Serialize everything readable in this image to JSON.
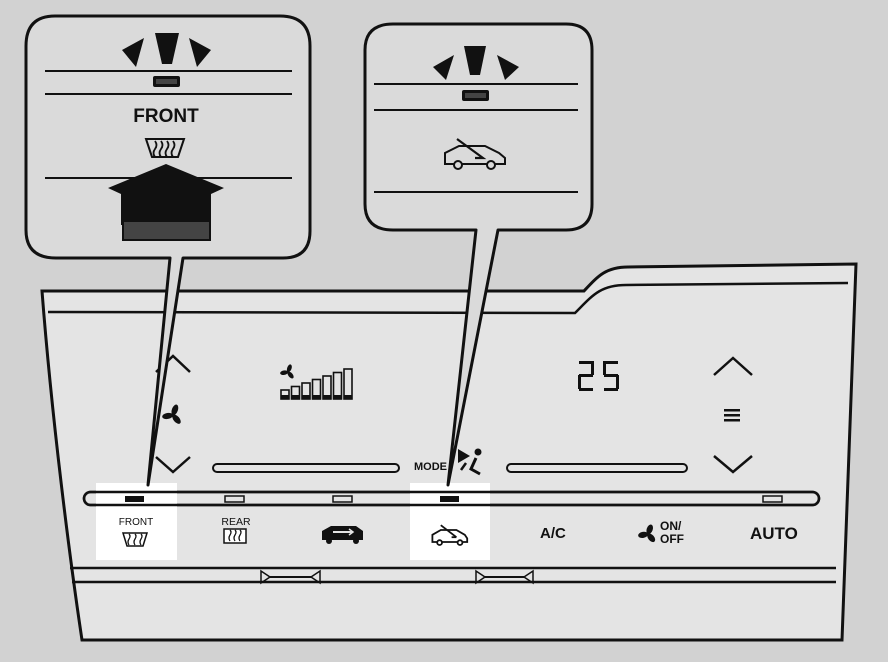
{
  "callouts": {
    "front": {
      "label": "FRONT"
    }
  },
  "panel": {
    "temperature": "25",
    "mode_label": "MODE",
    "buttons": {
      "front_label": "FRONT",
      "rear_label": "REAR",
      "ac_label": "A/C",
      "onoff_line1": "ON/",
      "onoff_line2": "OFF",
      "auto_label": "AUTO"
    },
    "fan_speed_bars": 7
  },
  "colors": {
    "background": "#d2d2d2",
    "panel": "#e4e4e4",
    "callout_fill": "#dadada",
    "highlight": "#ffffff",
    "indicator_on": "#111111",
    "outline": "#111111"
  },
  "icons": {
    "callout_front": [
      "indicator-light-icon",
      "front-defrost-icon",
      "push-arrow-icon"
    ],
    "callout_recirc": [
      "indicator-light-icon",
      "air-recirculation-icon"
    ],
    "panel": [
      "fan-icon",
      "fan-speed-bars-icon",
      "mode-icon",
      "rear-defrost-icon",
      "fresh-air-icon",
      "recirculation-icon",
      "fan-on-off-icon",
      "chevron-up-icon",
      "chevron-down-icon",
      "temperature-menu-icon"
    ]
  }
}
